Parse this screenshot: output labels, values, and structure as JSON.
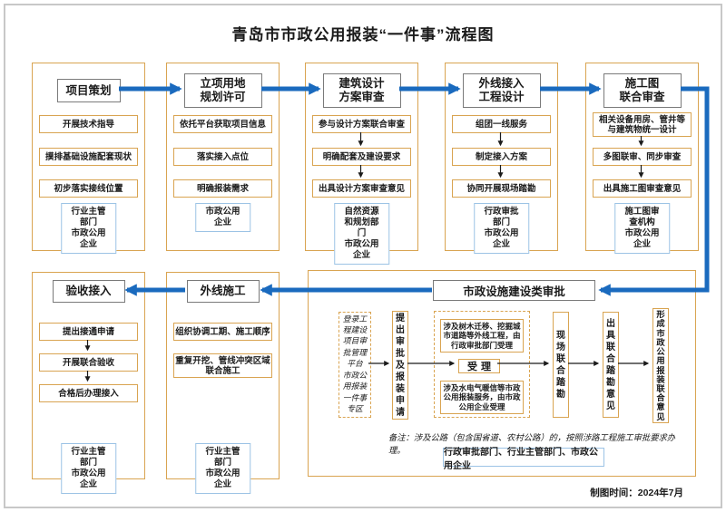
{
  "title": "青岛市市政公用报装“一件事”流程图",
  "footer": {
    "caption": "制图时间：2024年7月"
  },
  "colors": {
    "flow_blue": "#1A6ABE",
    "box_orange": "#D9A451",
    "dept_blue": "#9CC3E5",
    "header_border": "#7A7A7A",
    "page_border": "#C8C8C8"
  },
  "phases_top": [
    {
      "header": "项目策划",
      "steps": [
        "开展技术指导",
        "摸排基础设施配套现状",
        "初步落实接线位置"
      ],
      "dept": "行业主管部门\n市政公用企业"
    },
    {
      "header": "立项用地\n规划许可",
      "steps": [
        "依托平台获取项目信息",
        "落实接入点位",
        "明确报装需求"
      ],
      "dept": "市政公用企业"
    },
    {
      "header": "建筑设计\n方案审查",
      "steps": [
        "参与设计方案联合审查",
        "明确配套及建设要求",
        "出具设计方案审查意见"
      ],
      "dept": "自然资源和规划部门\n市政公用企业"
    },
    {
      "header": "外线接入\n工程设计",
      "steps": [
        "组团一线服务",
        "制定接入方案",
        "协同开展现场踏勘"
      ],
      "dept": "行政审批部门\n市政公用企业"
    },
    {
      "header": "施工图\n联合审查",
      "steps": [
        "相关设备用房、管井等\n与建筑物统一设计",
        "多图联审、同步审查",
        "出具施工图审查意见"
      ],
      "dept": "施工图审查机构\n市政公用企业"
    }
  ],
  "acceptance": {
    "header": "验收接入",
    "steps": [
      "提出接通申请",
      "开展联合验收",
      "合格后办理接入"
    ],
    "dept": "行业主管部门\n市政公用企业"
  },
  "construction": {
    "header": "外线施工",
    "steps": [
      "组织协调工期、施工顺序",
      "重复开挖、管线冲突区域\n联合施工"
    ],
    "dept": "行业主管部门\n市政公用企业"
  },
  "approval": {
    "header": "市政设施建设类审批",
    "platform": "登录工\n程建设\n项目审\n批管理\n平台\n市政公\n用报装\n一件事\n专区",
    "apply": "提出审批及报装申请",
    "case_top": "涉及树木迁移、挖掘城\n市道路等外线工程，由\n行政审批部门受理",
    "accept": "受理",
    "case_bottom": "涉及水电气暖信等市政\n公用报装服务，由市政\n公用企业受理",
    "survey": "现场联合踏勘",
    "opinion": "出具联合踏勘意见",
    "joint_opinion": "形成市政公用报装联合意见",
    "note": "备注：涉及公路（包含国省道、农村公路）的，按照涉路工程施工审批要求办理。",
    "dept": "行政审批部门、行业主管部门、市政公用企业"
  }
}
